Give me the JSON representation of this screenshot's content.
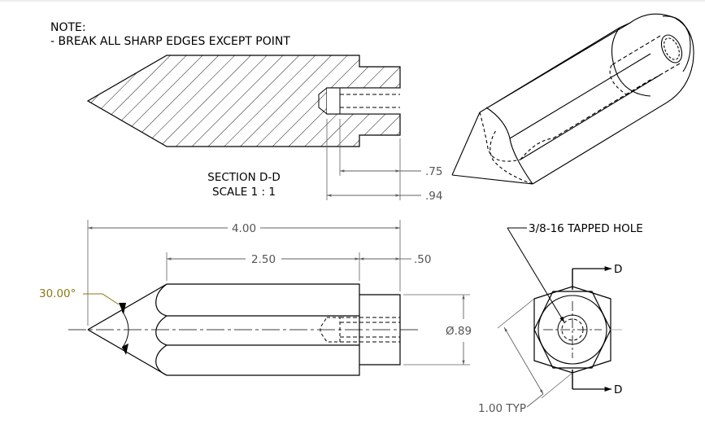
{
  "note": {
    "title": "NOTE:",
    "line1": "- BREAK ALL SHARP EDGES EXCEPT POINT"
  },
  "section": {
    "title": "SECTION D-D",
    "scale": "SCALE 1 : 1"
  },
  "dims": {
    "d075": ".75",
    "d094": ".94",
    "d400": "4.00",
    "d250": "2.50",
    "d050": ".50",
    "dia089": "Ø.89",
    "angle": "30.00°",
    "hex_typ": "1.00 TYP"
  },
  "callouts": {
    "tapped_hole": "3/8-16 TAPPED HOLE",
    "cut_top": "D",
    "cut_bottom": "D"
  },
  "colors": {
    "line": "#000000",
    "dim_line": "#606060",
    "angle_accent": "#8a7a14"
  }
}
